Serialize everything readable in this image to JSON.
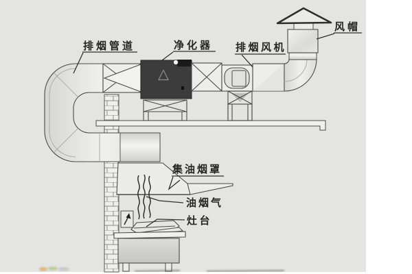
{
  "labels": {
    "exhaust_duct": "排烟管道",
    "purifier": "净化器",
    "exhaust_fan": "排烟风机",
    "wind_cap": "风帽",
    "oil_collection_hood": "集油烟罩",
    "oil_fume": "油烟气",
    "stove": "灶台"
  },
  "colors": {
    "canvas_bg": "#e4e4e2",
    "margin_bg": "#ffffff",
    "line": "#4a4a4a",
    "purifier_body": "#3c3c3c",
    "purifier_panel": "#1a1a1a",
    "label_text": "#262626"
  }
}
